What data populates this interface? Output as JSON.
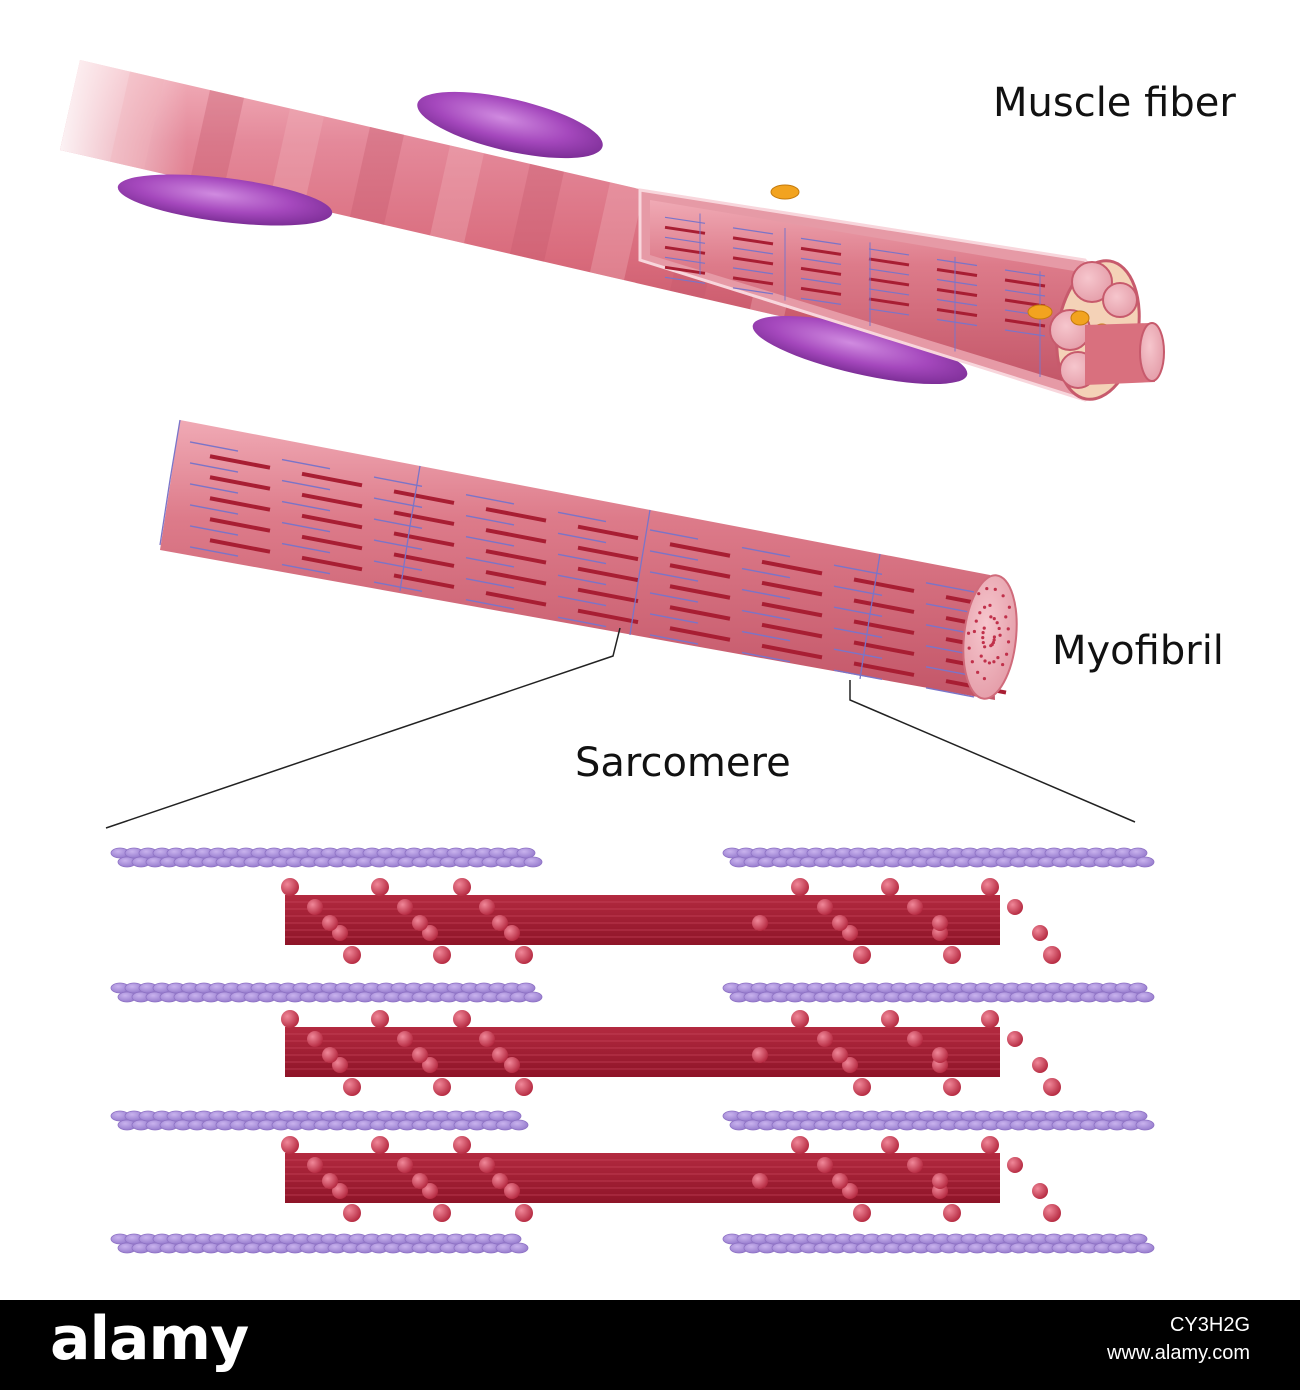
{
  "labels": {
    "muscle_fiber": "Muscle fiber",
    "myofibril": "Myofibril",
    "sarcomere": "Sarcomere"
  },
  "footer": {
    "brand": "alamy",
    "image_id": "CY3H2G",
    "site": "www.alamy.com"
  },
  "colors": {
    "fiber": "#d96b7c",
    "fiber_dark": "#b94d5e",
    "nucleus": "#a044b8",
    "myofibril": "#d9707e",
    "thick_filament": "#a81e33",
    "thin_filament": "#a98bd8",
    "z_line": "#7a74c8",
    "mitochondria": "#f2a31f",
    "footer_bg": "#000000"
  }
}
